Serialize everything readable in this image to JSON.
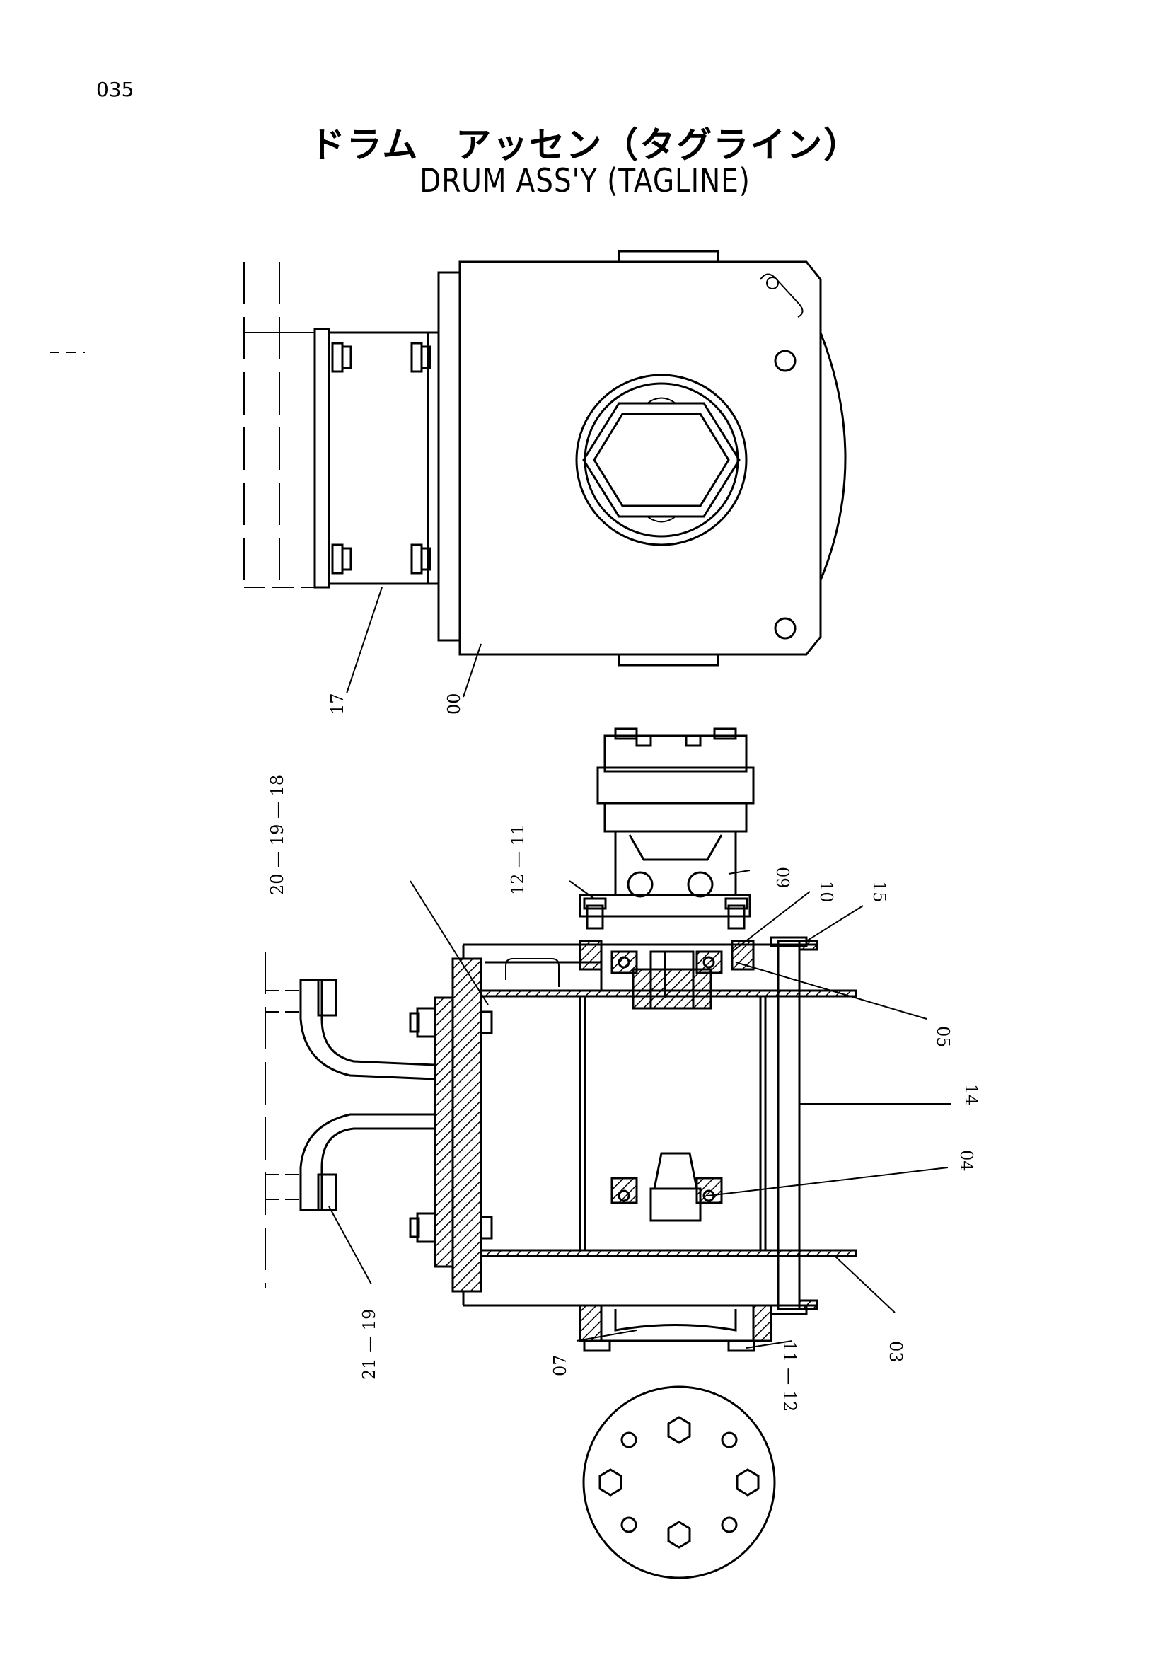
{
  "page_number": "035",
  "title_japanese": "ドラム　アッセン（タグライン）",
  "title_english": "DRUM ASS'Y (TAGLINE)",
  "callouts": {
    "c17": "17",
    "c00": "00",
    "c20_19_18": "20 — 19 — 18",
    "c12_11": "12 — 11",
    "c09": "09",
    "c10": "10",
    "c15": "15",
    "c05": "05",
    "c14": "14",
    "c04": "04",
    "c03": "03",
    "c11_12": "11 — 12",
    "c07": "07",
    "c21_19": "21 — 19"
  }
}
